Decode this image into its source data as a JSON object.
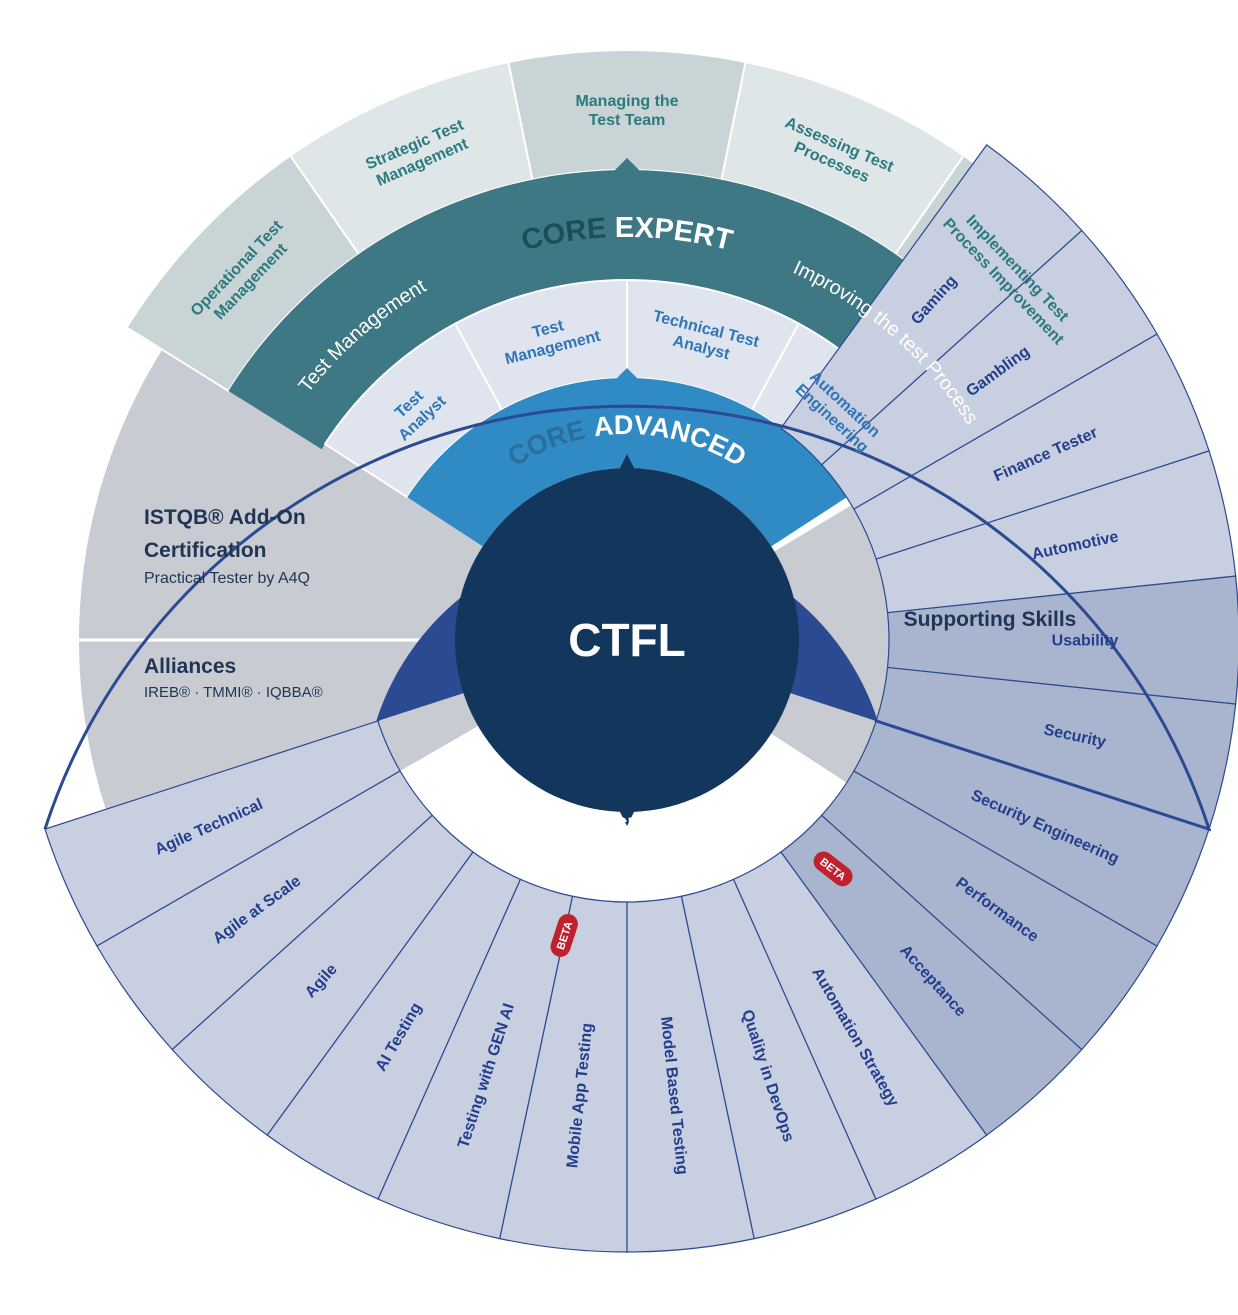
{
  "center": {
    "title": "CTFL"
  },
  "core_expert": {
    "prefix": "CORE",
    "title": "EXPERT",
    "streams": [
      "Test Management",
      "Improving the test Process"
    ],
    "modules": [
      "Operational Test|Management",
      "Strategic Test|Management",
      "Managing the|Test Team",
      "Assessing Test|Processes",
      "Implementing Test|Process Improvement"
    ]
  },
  "core_advanced": {
    "prefix": "CORE",
    "title": "ADVANCED",
    "modules": [
      "Test|Analyst",
      "Test|Management",
      "Technical Test|Analyst",
      "Automation|Engineering"
    ]
  },
  "addon": {
    "title_line1": "ISTQB® Add-On",
    "title_line2": "Certification",
    "subtitle": "Practical Tester by A4Q"
  },
  "alliances": {
    "title": "Alliances",
    "subtitle": "IREB® · TMMI® · IQBBA®"
  },
  "supporting": {
    "title": "Supporting Skills"
  },
  "testing_specialist": {
    "title": "TESTING SPECIALIST",
    "badge": "BETA",
    "modules": [
      "Agile Technical",
      "Agile at Scale",
      "Agile",
      "AI Testing",
      "Testing with GEN AI",
      "Mobile App Testing",
      "Model Based Testing",
      "Quality in DevOps",
      "Automation Strategy",
      "Acceptance",
      "Performance",
      "Security Engineering",
      "Security",
      "Usability",
      "Automotive",
      "Finance Tester",
      "Gambling",
      "Gaming"
    ]
  },
  "colors": {
    "center": "#12365c",
    "expert_band": "#3e7884",
    "expert_outer_a": "#c9d4d6",
    "expert_outer_b": "#dfe6e7",
    "expert_text": "#2c7a7f",
    "advanced_band": "#308ac3",
    "advanced_outer": "#dfe4ee",
    "advanced_text": "#2f76b7",
    "specialist_band": "#2b4a91",
    "specialist_light": "#c7cfe0",
    "specialist_dark": "#a9b5cf",
    "specialist_text": "#233f8c",
    "grey_sector": "#c8cbd2",
    "dark_text": "#1f3553",
    "beta": "#c0212f"
  }
}
